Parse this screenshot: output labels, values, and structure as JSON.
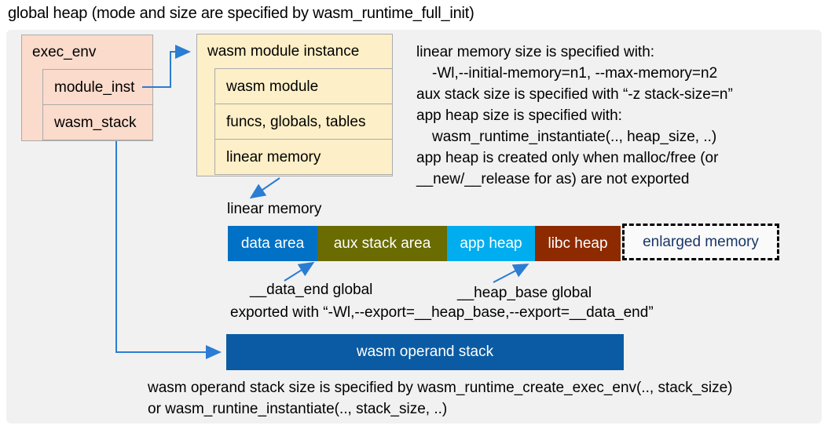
{
  "title": "global heap (mode and size are specified by wasm_runtime_full_init)",
  "exec_env": {
    "title": "exec_env",
    "rows": [
      "module_inst",
      "wasm_stack"
    ]
  },
  "module_instance": {
    "title": "wasm module instance",
    "rows": [
      "wasm module",
      "funcs, globals, tables",
      "linear memory"
    ]
  },
  "notes": {
    "lines": [
      {
        "text": "linear memory size is specified with:"
      },
      {
        "text": "-Wl,--initial-memory=n1, --max-memory=n2"
      },
      {
        "text": "aux stack size is specified with “-z stack-size=n”"
      },
      {
        "text": "app heap size is specified with:"
      },
      {
        "text": "wasm_runtime_instantiate(.., heap_size, ..)"
      },
      {
        "text": "app heap is created only when malloc/free (or"
      },
      {
        "text": "__new/__release for as) are not exported"
      }
    ]
  },
  "linear_memory": {
    "label": "linear memory",
    "segments": [
      {
        "label": "data area",
        "color": "#0071C5"
      },
      {
        "label": "aux stack area",
        "color": "#6A6B00"
      },
      {
        "label": "app heap",
        "color": "#00AEEF"
      },
      {
        "label": "libc heap",
        "color": "#8E2A00"
      }
    ],
    "enlarged": {
      "label": "enlarged memory",
      "text_color": "#1A3668"
    }
  },
  "annotations": {
    "data_end": "__data_end global",
    "heap_base": "__heap_base global",
    "exported": "exported with “-Wl,--export=__heap_base,--export=__data_end”"
  },
  "operand_stack": {
    "label": "wasm operand stack",
    "color": "#0A5BA3"
  },
  "footer": {
    "lines": [
      "wasm operand stack size is specified by wasm_runtime_create_exec_env(.., stack_size)",
      "or wasm_runtine_instantiate(.., stack_size, ..)"
    ]
  },
  "colors": {
    "panel_background": "#F1F1F1",
    "exec_env_fill": "#FBDBCB",
    "module_instance_fill": "#FDEFC7",
    "box_border": "#ABABAB",
    "arrow": "#2B7CD3"
  }
}
